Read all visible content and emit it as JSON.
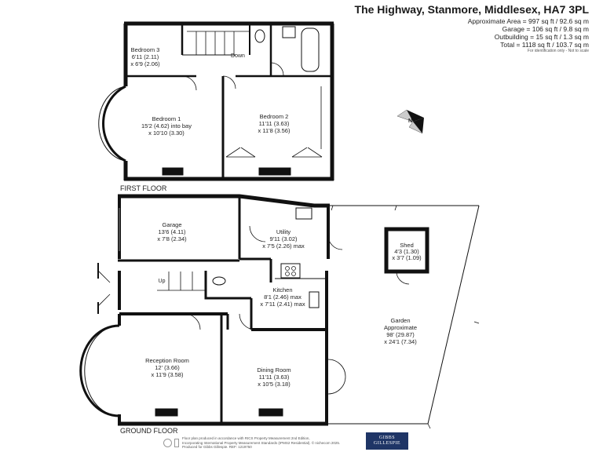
{
  "header": {
    "title": "The Highway, Stanmore, Middlesex, HA7 3PL"
  },
  "areas": {
    "approximate": "Approximate Area = 997 sq ft / 92.6 sq m",
    "garage": "Garage = 106 sq ft / 9.8 sq m",
    "outbuilding": "Outbuilding = 15 sq ft / 1.3 sq m",
    "total": "Total = 1118 sq ft / 103.7 sq m",
    "note": "For identification only - Not to scale"
  },
  "floors": {
    "first": "FIRST FLOOR",
    "ground": "GROUND FLOOR"
  },
  "rooms": {
    "bedroom3": {
      "name": "Bedroom 3",
      "dim1": "6'11 (2.11)",
      "dim2": "x 6'9 (2.06)"
    },
    "bedroom1": {
      "name": "Bedroom 1",
      "dim1": "15'2 (4.62) into bay",
      "dim2": "x 10'10 (3.30)"
    },
    "bedroom2": {
      "name": "Bedroom 2",
      "dim1": "11'11 (3.63)",
      "dim2": "x 11'8 (3.56)"
    },
    "garage": {
      "name": "Garage",
      "dim1": "13'6 (4.11)",
      "dim2": "x 7'8 (2.34)"
    },
    "utility": {
      "name": "Utility",
      "dim1": "9'11 (3.02)",
      "dim2": "x 7'5 (2.26) max"
    },
    "kitchen": {
      "name": "Kitchen",
      "dim1": "8'1 (2.46) max",
      "dim2": "x 7'11 (2.41) max"
    },
    "reception": {
      "name": "Reception Room",
      "dim1": "12' (3.66)",
      "dim2": "x 11'9 (3.58)"
    },
    "dining": {
      "name": "Dining Room",
      "dim1": "11'11 (3.63)",
      "dim2": "x 10'5 (3.18)"
    },
    "shed": {
      "name": "Shed",
      "dim1": "4'3 (1.30)",
      "dim2": "x 3'7 (1.09)"
    },
    "garden": {
      "name": "Garden",
      "sub": "Approximate",
      "dim1": "98' (29.87)",
      "dim2": "x 24'1 (7.34)"
    }
  },
  "stairs": {
    "down": "Down",
    "up": "Up"
  },
  "compass": {
    "letter": "N"
  },
  "footer": {
    "line1": "Floor plan produced in accordance with RICS Property Measurement 2nd Edition,",
    "line2": "Incorporating International Property Measurement Standards (IPMS2 Residential). © nichecom 2025.",
    "line3": "Produced for Gibbs Gillespie.    REF: 1219750",
    "logo_line1": "GIBBS",
    "logo_line2": "GILLESPIE"
  }
}
